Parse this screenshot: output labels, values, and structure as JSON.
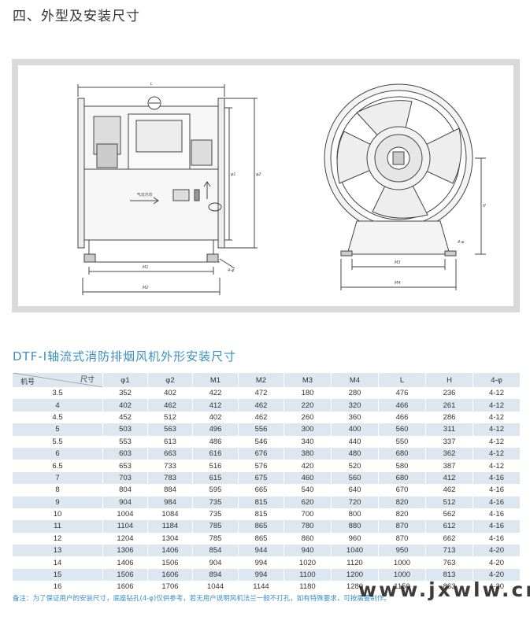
{
  "heading": "四、外型及安装尺寸",
  "drawing": {
    "labels": {
      "L": "L",
      "phi1": "φ1",
      "phi2": "φ2",
      "M1": "M1",
      "M2": "M2",
      "M3": "M3",
      "M4": "M4",
      "H": "H",
      "holes": "4-φ",
      "flow": "气流方向"
    }
  },
  "table": {
    "title": "DTF-I轴流式消防排烟风机外形安装尺寸",
    "corner_top": "尺寸",
    "corner_bottom": "机号",
    "columns": [
      "φ1",
      "φ2",
      "M1",
      "M2",
      "M3",
      "M4",
      "L",
      "H",
      "4-φ"
    ],
    "rows": [
      [
        "3.5",
        "352",
        "402",
        "422",
        "472",
        "180",
        "280",
        "476",
        "236",
        "4-12"
      ],
      [
        "4",
        "402",
        "462",
        "412",
        "462",
        "220",
        "320",
        "466",
        "261",
        "4-12"
      ],
      [
        "4.5",
        "452",
        "512",
        "402",
        "462",
        "260",
        "360",
        "466",
        "286",
        "4-12"
      ],
      [
        "5",
        "503",
        "563",
        "496",
        "556",
        "300",
        "400",
        "560",
        "311",
        "4-12"
      ],
      [
        "5.5",
        "553",
        "613",
        "486",
        "546",
        "340",
        "440",
        "550",
        "337",
        "4-12"
      ],
      [
        "6",
        "603",
        "663",
        "616",
        "676",
        "380",
        "480",
        "680",
        "362",
        "4-12"
      ],
      [
        "6.5",
        "653",
        "733",
        "516",
        "576",
        "420",
        "520",
        "580",
        "387",
        "4-12"
      ],
      [
        "7",
        "703",
        "783",
        "615",
        "675",
        "460",
        "560",
        "680",
        "412",
        "4-16"
      ],
      [
        "8",
        "804",
        "884",
        "595",
        "665",
        "540",
        "640",
        "670",
        "462",
        "4-16"
      ],
      [
        "9",
        "904",
        "984",
        "735",
        "815",
        "620",
        "720",
        "820",
        "512",
        "4-16"
      ],
      [
        "10",
        "1004",
        "1084",
        "735",
        "815",
        "700",
        "800",
        "820",
        "562",
        "4-16"
      ],
      [
        "11",
        "1104",
        "1184",
        "785",
        "865",
        "780",
        "880",
        "870",
        "612",
        "4-16"
      ],
      [
        "12",
        "1204",
        "1304",
        "785",
        "865",
        "860",
        "960",
        "870",
        "662",
        "4-16"
      ],
      [
        "13",
        "1306",
        "1406",
        "854",
        "944",
        "940",
        "1040",
        "950",
        "713",
        "4-20"
      ],
      [
        "14",
        "1406",
        "1506",
        "904",
        "994",
        "1020",
        "1120",
        "1000",
        "763",
        "4-20"
      ],
      [
        "15",
        "1506",
        "1606",
        "894",
        "994",
        "1100",
        "1200",
        "1000",
        "813",
        "4-20"
      ],
      [
        "16",
        "1606",
        "1706",
        "1044",
        "1144",
        "1180",
        "1280",
        "1150",
        "863",
        "4-20"
      ]
    ]
  },
  "note": "备注：为了保证用户的安装尺寸，底座钻孔(4-φ)仅供参考，若无用户说明风机法兰一般不打孔，如有特殊要求，可按需要制作。",
  "watermark": "www.jxwlw.cn"
}
